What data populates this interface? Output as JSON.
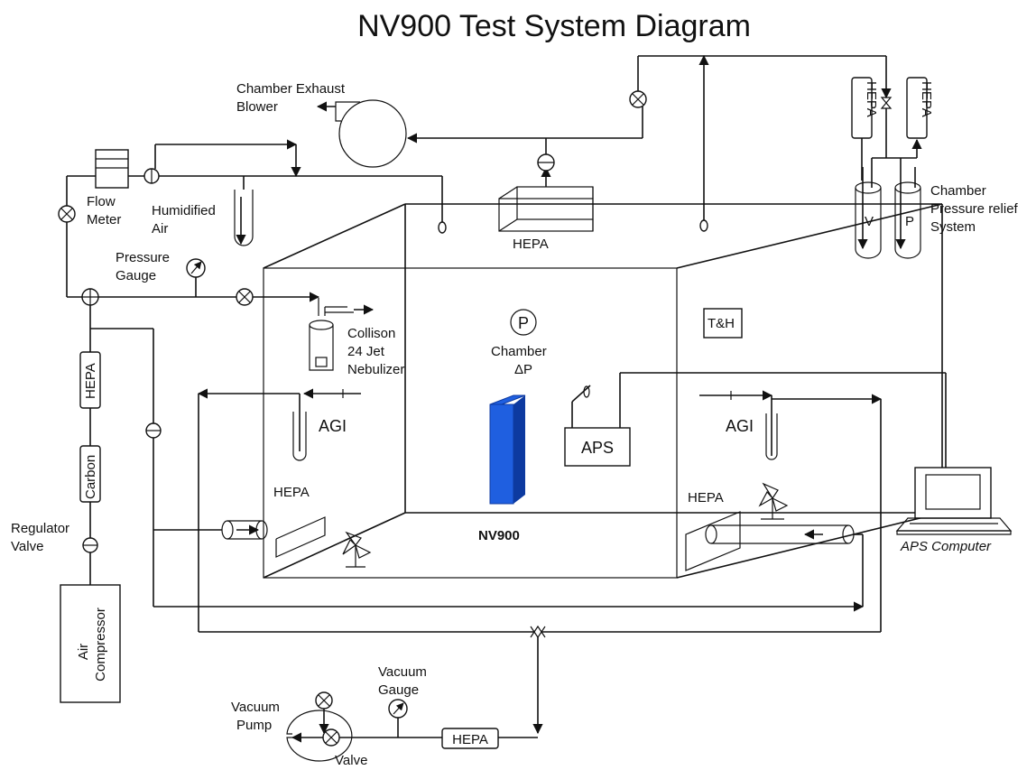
{
  "title": "NV900 Test System Diagram",
  "labels": {
    "chamber_exhaust_blower": [
      "Chamber Exhaust",
      "Blower"
    ],
    "flow_meter": [
      "Flow",
      "Meter"
    ],
    "humidified_air": [
      "Humidified",
      "Air"
    ],
    "pressure_gauge": [
      "Pressure",
      "Gauge"
    ],
    "collison": [
      "Collison",
      "24 Jet",
      "Nebulizer"
    ],
    "chamber_dp": [
      "Chamber",
      "ΔP"
    ],
    "p_symbol": "P",
    "th": "T&H",
    "agi_left": "AGI",
    "agi_right": "AGI",
    "aps": "APS",
    "nv900": "NV900",
    "hepa_top": "HEPA",
    "hepa_left_vertical": "HEPA",
    "hepa_left_filter": "HEPA",
    "hepa_right_filter": "HEPA",
    "hepa_relief_1": "HEPA",
    "hepa_relief_2": "HEPA",
    "hepa_bottom": "HEPA",
    "carbon": "Carbon",
    "regulator_valve": [
      "Regulator",
      "Valve"
    ],
    "air_compressor": [
      "Air",
      "Compressor"
    ],
    "vacuum_pump": [
      "Vacuum",
      "Pump"
    ],
    "vacuum_gauge": [
      "Vacuum",
      "Gauge"
    ],
    "valve": "Valve",
    "relief_v": "V",
    "relief_p": "P",
    "chamber_relief": [
      "Chamber",
      "Pressure relief",
      "System"
    ],
    "aps_computer": "APS Computer"
  },
  "colors": {
    "line": "#111111",
    "nv900_device": "#1f5fe0",
    "nv900_device_side": "#0d3aa0"
  }
}
